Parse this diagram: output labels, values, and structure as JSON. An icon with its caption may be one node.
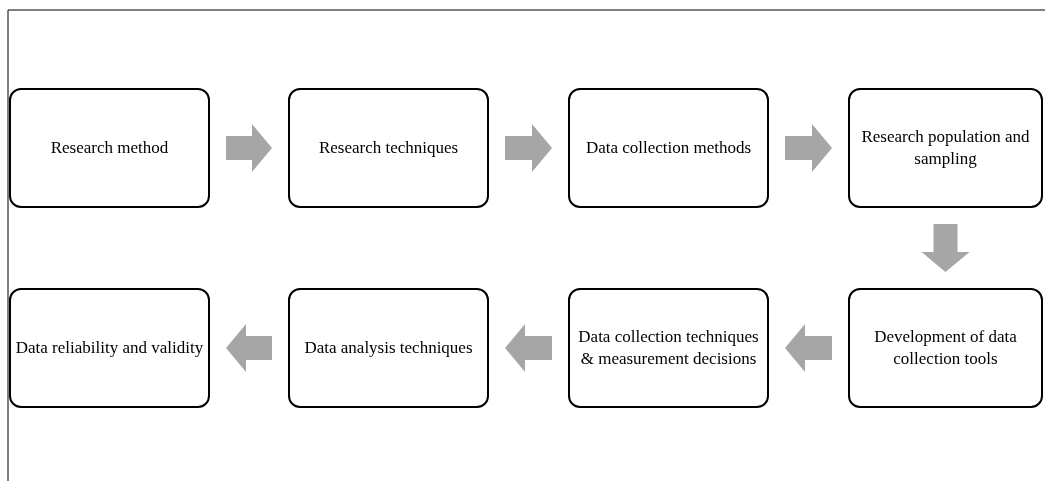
{
  "diagram": {
    "nodes": [
      {
        "text": [
          "Research method"
        ]
      },
      {
        "text": [
          "Research techniques"
        ]
      },
      {
        "text": [
          "Data collection methods"
        ]
      },
      {
        "text": [
          "Research population and sampling"
        ]
      },
      {
        "text": [
          "Data reliability and validity"
        ]
      },
      {
        "text": [
          "Data analysis techniques"
        ]
      },
      {
        "text": [
          "Data collection techniques & measurement decisions"
        ]
      },
      {
        "text": [
          "Development of data collection tools"
        ]
      }
    ],
    "edges": [
      {
        "from": 0,
        "to": 1,
        "arrow": "to"
      },
      {
        "from": 1,
        "to": 2,
        "arrow": "to"
      },
      {
        "from": 2,
        "to": 3,
        "arrow": "to"
      },
      {
        "from": 3,
        "to": 7,
        "arrow": "to"
      },
      {
        "from": 7,
        "to": 6,
        "arrow": "to"
      },
      {
        "from": 6,
        "to": 5,
        "arrow": "to"
      },
      {
        "from": 5,
        "to": 4,
        "arrow": "to"
      }
    ]
  }
}
